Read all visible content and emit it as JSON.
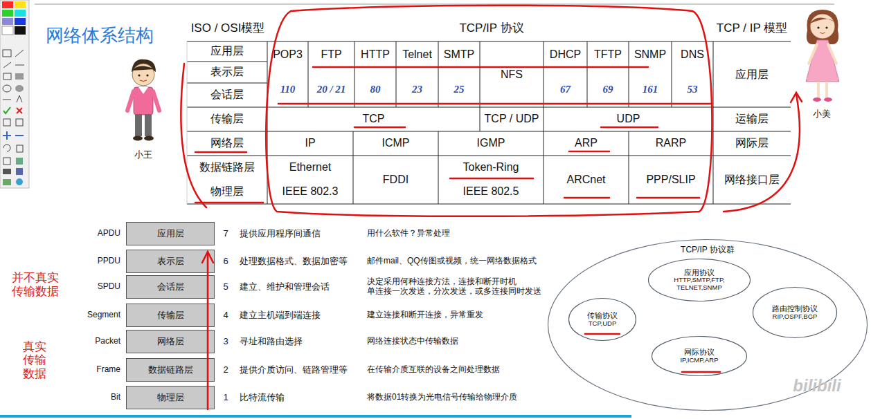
{
  "diagram": {
    "title": "网络体系结构",
    "nodes": [
      {
        "text": [
          "应用层"
        ]
      },
      {
        "text": [
          "表示层"
        ]
      },
      {
        "text": [
          "会话层"
        ]
      },
      {
        "text": [
          "传输层"
        ]
      },
      {
        "text": [
          "网络层"
        ]
      },
      {
        "text": [
          "数据链路层"
        ]
      },
      {
        "text": [
          "物理层"
        ]
      },
      {
        "text": [
          "TCP/IP 协议群"
        ]
      },
      {
        "text": [
          "应用协议",
          "HTTP,SMTP,FTP, TELNET,SNMP"
        ],
        "in": 7
      },
      {
        "text": [
          "传输协议",
          "TCP,UDP"
        ],
        "in": 7
      },
      {
        "text": [
          "路由控制协议",
          "RIP,OSPF,BGP"
        ],
        "in": 7
      },
      {
        "text": [
          "网际协议",
          "IP,ICMP,ARP"
        ],
        "in": 7
      }
    ],
    "labels": [
      "ISO / OSI模型",
      "TCP/IP 协议",
      "TCP / IP 模型",
      "应用层",
      "表示层",
      "会话层",
      "传输层",
      "网络层",
      "数据链路层",
      "物理层",
      "POP3",
      "FTP",
      "HTTP",
      "Telnet",
      "SMTP",
      "DHCP",
      "TFTP",
      "SNMP",
      "DNS",
      "110",
      "20 / 21",
      "80",
      "23",
      "25",
      "67",
      "69",
      "161",
      "53",
      "NFS",
      "TCP",
      "TCP / UDP",
      "UDP",
      "IP",
      "ICMP",
      "IGMP",
      "ARP",
      "RARP",
      "Ethernet",
      "IEEE 802.3",
      "FDDI",
      "Token-Ring",
      "IEEE 802.5",
      "ARCnet",
      "PPP/SLIP",
      "应用层",
      "运输层",
      "网际层",
      "网络接口层",
      "小王",
      "小美",
      "APDU",
      "PPDU",
      "SPDU",
      "Segment",
      "Packet",
      "Frame",
      "Bit",
      "7",
      "6",
      "5",
      "4",
      "3",
      "2",
      "1",
      "提供应用程序间通信",
      "处理数据格式、数据加密等",
      "建立、维护和管理会话",
      "建立主机端到端连接",
      "寻址和路由选择",
      "提供介质访问、链路管理等",
      "比特流传输",
      "用什么软件？异常处理",
      "邮件mail、QQ传图或视频，统一网络数据格式",
      "决定采用何种连接方法，连接和断开时机 单连接一次发送，分次发送，或多连接同时发送",
      "建立连接和断开连接，异常重发",
      "网络连接状态中传输数据",
      "在传输介质互联的设备之间处理数据",
      "将数据01转换为光电信号传输给物理介质",
      "并不真实 传输数据",
      "真实 传输 数据",
      "bilibili"
    ]
  }
}
